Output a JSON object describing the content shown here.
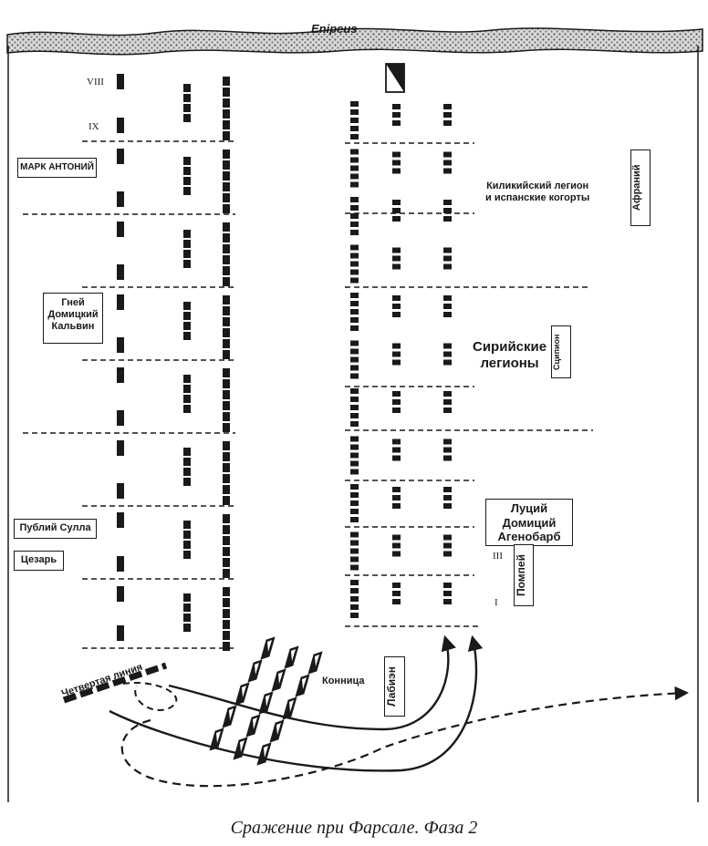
{
  "river": {
    "name": "Enipeus"
  },
  "caesar_side": {
    "roman_numerals": [
      "VIII",
      "IX"
    ],
    "commanders": {
      "mark_antony": "МАРК АНТОНИЙ",
      "domitius_calvinus": "Гней\nДомицкий\nКальвин",
      "sulla": "Публий Сулла",
      "caesar": "Цезарь"
    },
    "fourth_line": "Четвертая линия"
  },
  "pompey_side": {
    "labels": {
      "cilician": "Киликийский легион\nи испанские когорты",
      "syrian": "Сирийские\nлегионы",
      "scipio": "Сципион",
      "afranius": "Афраний",
      "ahenobarbus": "Луций\nДомиций\nАгенобарб",
      "pompey": "Помпей",
      "labienus": "Лабиэн",
      "cavalry": "Конница"
    },
    "roman_numerals": [
      "III",
      "I"
    ]
  },
  "caption": "Сражение при Фарсале. Фаза 2",
  "colors": {
    "ink": "#1a1a1a",
    "paper": "#ffffff",
    "river": "#bfbfbf"
  }
}
